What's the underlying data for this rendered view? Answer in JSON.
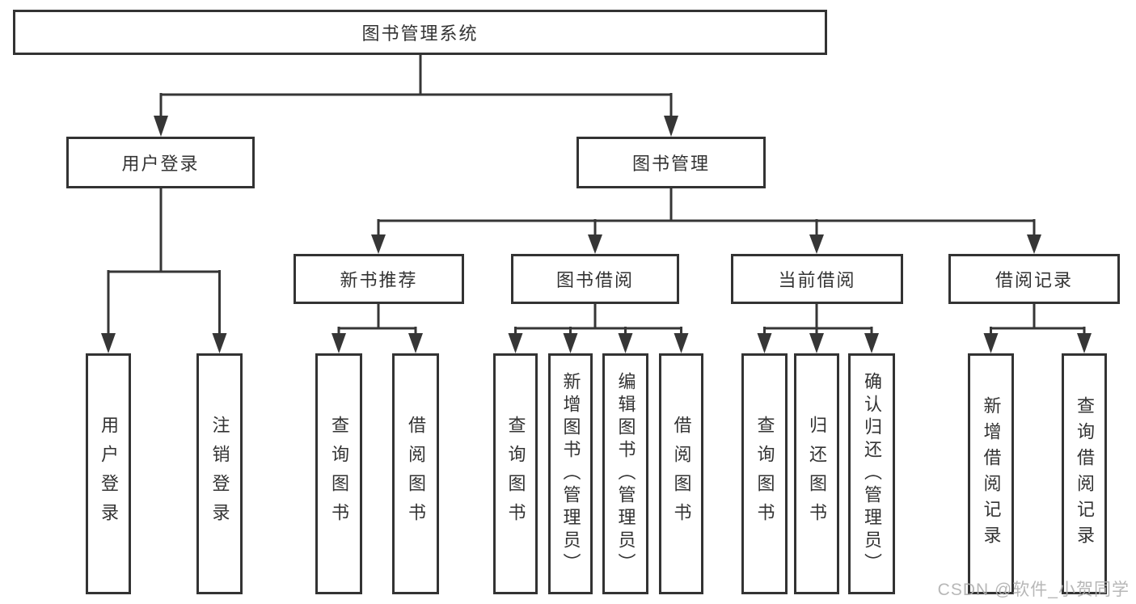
{
  "diagram": {
    "title": "图书管理系统",
    "colors": {
      "line": "#363636",
      "border": "#333333",
      "text": "#333333",
      "watermark": "#afafaf",
      "background": "#ffffff"
    },
    "watermark": "CSDN @软件_小贺同学"
  },
  "tree": {
    "label": "图书管理系统",
    "children": [
      {
        "label": "用户登录",
        "children": [
          {
            "label": "用户登录"
          },
          {
            "label": "注销登录"
          }
        ]
      },
      {
        "label": "图书管理",
        "children": [
          {
            "label": "新书推荐",
            "children": [
              {
                "label": "查询图书"
              },
              {
                "label": "借阅图书"
              }
            ]
          },
          {
            "label": "图书借阅",
            "children": [
              {
                "label": "查询图书"
              },
              {
                "label": "新增图书（管理员）"
              },
              {
                "label": "编辑图书（管理员）"
              },
              {
                "label": "借阅图书"
              }
            ]
          },
          {
            "label": "当前借阅",
            "children": [
              {
                "label": "查询图书"
              },
              {
                "label": "归还图书"
              },
              {
                "label": "确认归还（管理员）"
              }
            ]
          },
          {
            "label": "借阅记录",
            "children": [
              {
                "label": "新增借阅记录"
              },
              {
                "label": "查询借阅记录"
              }
            ]
          }
        ]
      }
    ]
  }
}
